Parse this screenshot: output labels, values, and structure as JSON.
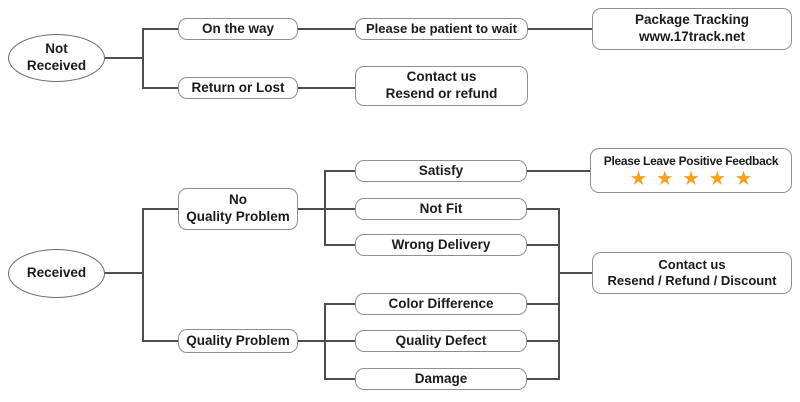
{
  "colors": {
    "star": "#F7A11B",
    "connector_line": "#4d4d4d",
    "box_border": "#8f8f8f",
    "text": "#1b1b1b"
  },
  "nodes": {
    "not_received": {
      "line1": "Not",
      "line2": "Received"
    },
    "received": {
      "label": "Received"
    },
    "on_the_way": {
      "label": "On the way"
    },
    "return_or_lost": {
      "label": "Return or Lost"
    },
    "be_patient": {
      "label": "Please be patient to wait"
    },
    "package_tracking": {
      "line1": "Package Tracking",
      "line2": "www.17track.net"
    },
    "contact_resend_refund": {
      "line1": "Contact us",
      "line2": "Resend or refund"
    },
    "no_quality_problem": {
      "line1": "No",
      "line2": "Quality Problem"
    },
    "quality_problem": {
      "label": "Quality Problem"
    },
    "satisfy": {
      "label": "Satisfy"
    },
    "not_fit": {
      "label": "Not Fit"
    },
    "wrong_delivery": {
      "label": "Wrong Delivery"
    },
    "color_difference": {
      "label": "Color Difference"
    },
    "quality_defect": {
      "label": "Quality Defect"
    },
    "damage": {
      "label": "Damage"
    },
    "feedback": {
      "line1": "Please Leave Positive Feedback",
      "star_glyph": "★",
      "star_count": 5
    },
    "contact_final": {
      "line1": "Contact us",
      "line2": "Resend / Refund / Discount"
    }
  }
}
